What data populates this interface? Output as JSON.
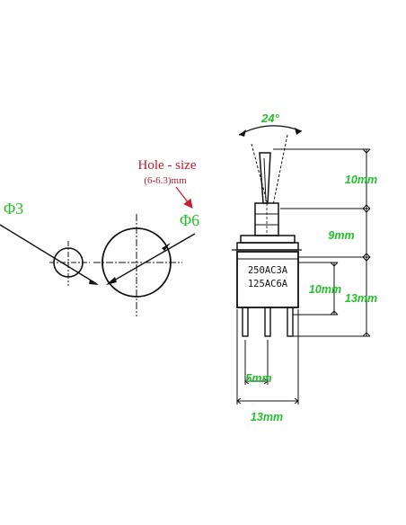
{
  "colors": {
    "line": "#111111",
    "dimension_text": "#22c02a",
    "hole_note": "#b81c2a",
    "arrow": "#c8202c"
  },
  "hole_note": {
    "title": "Hole - size",
    "range": "(6-6.3)mm"
  },
  "diameters": {
    "small": "Φ3",
    "large": "Φ6"
  },
  "angle": "24°",
  "dimensions": {
    "lever_height": "10mm",
    "bushing_height": "9mm",
    "pin_length": "10mm",
    "body_height": "13mm",
    "pin_spacing": "5mm",
    "body_width": "13mm"
  },
  "rating": {
    "line1": "250AC3A",
    "line2": "125AC6A"
  }
}
